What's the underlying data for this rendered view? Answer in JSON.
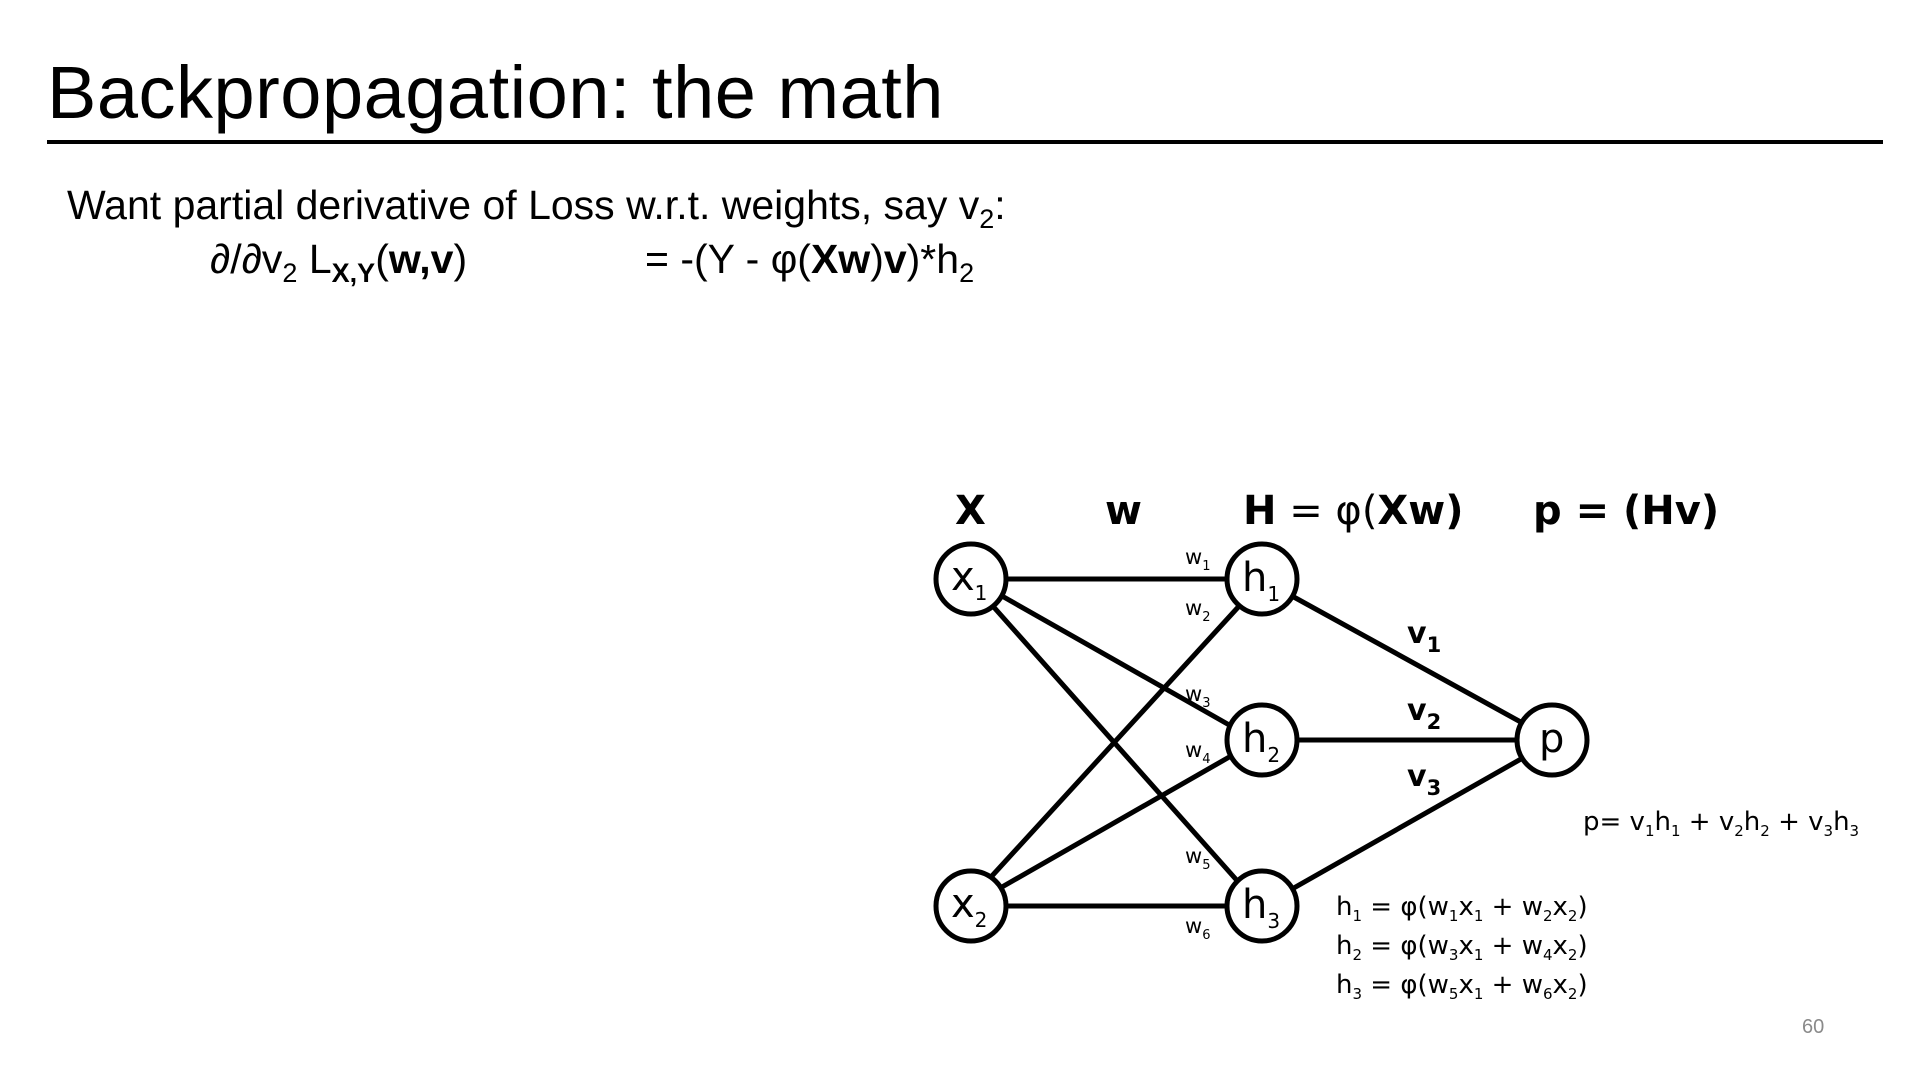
{
  "slide": {
    "title": "Backpropagation: the math",
    "page_number": "60"
  },
  "text": {
    "line1": {
      "prefix": "Want partial derivative of Loss w.r.t. weights, say v",
      "sub": "2",
      "suffix": ":"
    },
    "line2": {
      "deriv": "∂/∂v",
      "deriv_sub": "2",
      "loss": " L",
      "loss_sub": "X,Y",
      "paren_open": "(",
      "w": "w",
      "comma": ",",
      "v": "v",
      "paren_close": ")"
    },
    "line2_rhs": {
      "prefix": "= -(Y - ",
      "phi": "φ(",
      "xw": "Xw",
      "close1": ")",
      "v": "v",
      "close2": ")*h",
      "sub": "2"
    }
  },
  "diagram": {
    "headers": {
      "x": "X",
      "w": "w",
      "h_main": "H",
      "h_eq": " = φ(",
      "h_xw": "Xw",
      "h_close": ")",
      "p_main": "p",
      "p_eq": " = (",
      "p_hv": "Hv",
      "p_close": ")"
    },
    "nodes": {
      "x1": {
        "label": "x",
        "sub": "1"
      },
      "x2": {
        "label": "x",
        "sub": "2"
      },
      "h1": {
        "label": "h",
        "sub": "1"
      },
      "h2": {
        "label": "h",
        "sub": "2"
      },
      "h3": {
        "label": "h",
        "sub": "3"
      },
      "p": {
        "label": "p"
      }
    },
    "weights": {
      "w1": {
        "label": "w",
        "sub": "1"
      },
      "w2": {
        "label": "w",
        "sub": "2"
      },
      "w3": {
        "label": "w",
        "sub": "3"
      },
      "w4": {
        "label": "w",
        "sub": "4"
      },
      "w5": {
        "label": "w",
        "sub": "5"
      },
      "w6": {
        "label": "w",
        "sub": "6"
      },
      "v1": {
        "label": "v",
        "sub": "1"
      },
      "v2": {
        "label": "v",
        "sub": "2"
      },
      "v3": {
        "label": "v",
        "sub": "3"
      }
    },
    "equations": {
      "p_eq": {
        "a": "p= v",
        "a1": "1",
        "b": "h",
        "b1": "1",
        "c": " + v",
        "c1": "2",
        "d": "h",
        "d1": "2",
        "e": " + v",
        "e1": "3",
        "f": "h",
        "f1": "3"
      },
      "h1_eq": {
        "a": "h",
        "a1": "1",
        "b": " = φ(w",
        "b1": "1",
        "c": "x",
        "c1": "1",
        "d": " + w",
        "d1": "2",
        "e": "x",
        "e1": "2",
        "f": ")"
      },
      "h2_eq": {
        "a": "h",
        "a1": "2",
        "b": " = φ(w",
        "b1": "3",
        "c": "x",
        "c1": "1",
        "d": " + w",
        "d1": "4",
        "e": "x",
        "e1": "2",
        "f": ")"
      },
      "h3_eq": {
        "a": "h",
        "a1": "3",
        "b": " = φ(w",
        "b1": "5",
        "c": "x",
        "c1": "1",
        "d": " + w",
        "d1": "6",
        "e": "x",
        "e1": "2",
        "f": ")"
      }
    }
  }
}
